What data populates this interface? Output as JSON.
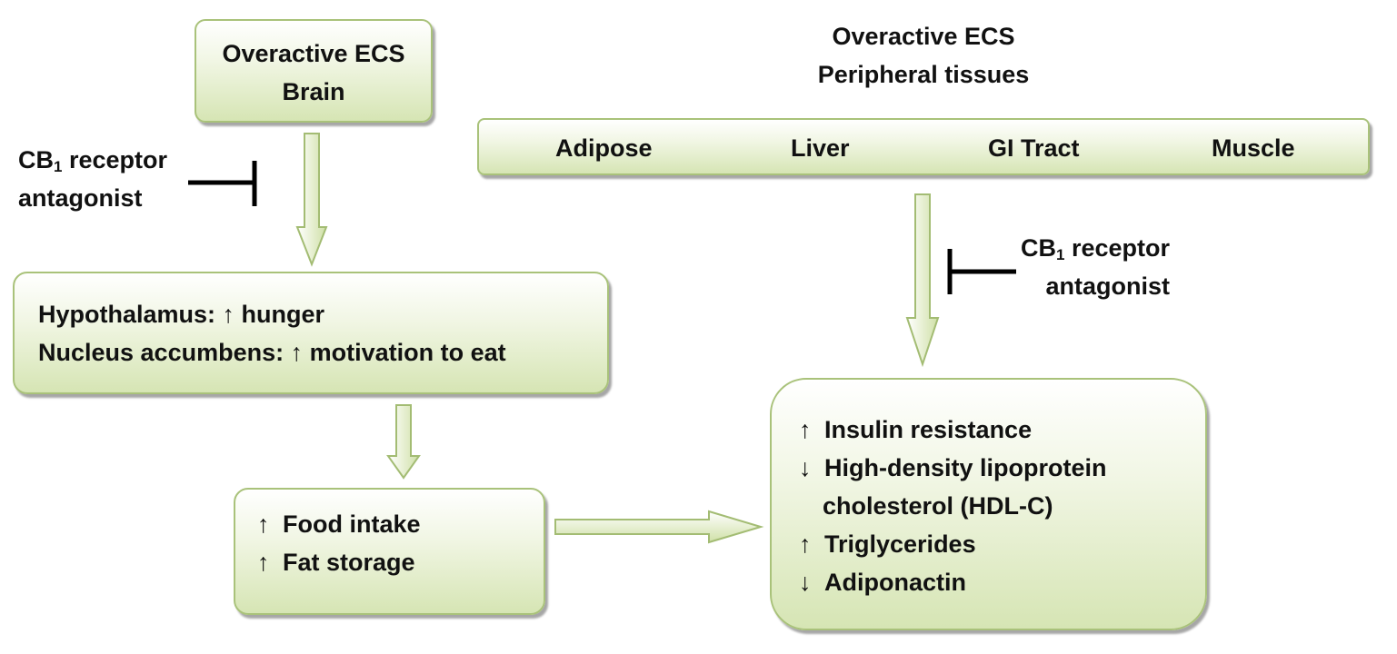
{
  "brain_box": {
    "line1": "Overactive ECS",
    "line2": "Brain"
  },
  "peripheral_title": {
    "line1": "Overactive ECS",
    "line2": "Peripheral tissues"
  },
  "tissues": [
    "Adipose",
    "Liver",
    "GI Tract",
    "Muscle"
  ],
  "antagonist_label": {
    "cb": "CB",
    "sub": "1",
    "rest": " receptor",
    "line2": "antagonist"
  },
  "brain_effects": {
    "line1_prefix": "Hypothalamus: ",
    "line1_arrow": "↑",
    "line1_text": " hunger",
    "line2_prefix": "Nucleus accumbens: ",
    "line2_arrow": "↑",
    "line2_text": " motivation to eat"
  },
  "intake_box": [
    {
      "arrow": "↑",
      "text": "Food intake"
    },
    {
      "arrow": "↑",
      "text": "Fat storage"
    }
  ],
  "metabolic_box": [
    {
      "arrow": "↑",
      "text": "Insulin resistance"
    },
    {
      "arrow": "↓",
      "text": "High-density lipoprotein"
    },
    {
      "arrow": "",
      "text": "cholesterol (HDL-C)"
    },
    {
      "arrow": "↑",
      "text": "Triglycerides"
    },
    {
      "arrow": "↓",
      "text": "Adiponactin"
    }
  ],
  "colors": {
    "box_border": "#a9c27a",
    "box_fill_bottom": "#d6e5b4",
    "arrow_fill": "#e4eecb",
    "arrow_stroke": "#a9c27a",
    "inhibitor": "#000000"
  }
}
